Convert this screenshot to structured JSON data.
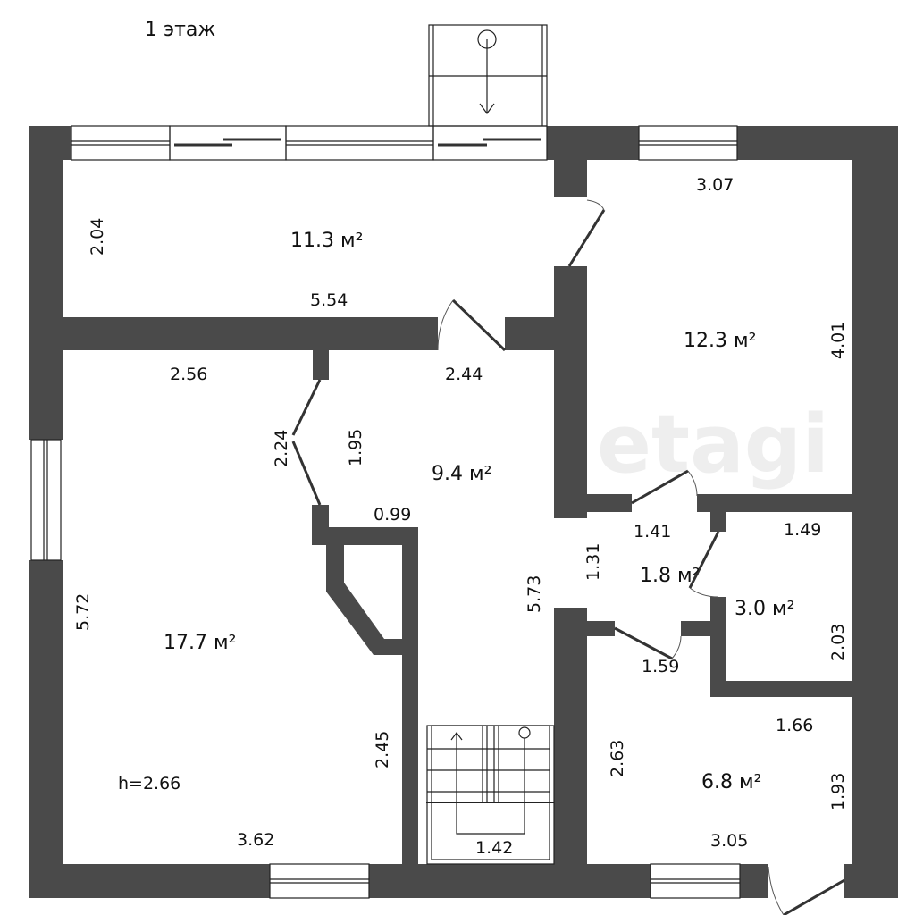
{
  "title": "1 этаж",
  "watermark": "etagi",
  "colors": {
    "wall": "#4a4a4a",
    "background": "#ffffff"
  },
  "rooms": [
    {
      "area": "11.3 м²",
      "dims": [
        "2.04",
        "5.54"
      ]
    },
    {
      "area": "12.3 м²",
      "dims": [
        "3.07",
        "4.01"
      ]
    },
    {
      "area": "9.4 м²",
      "dims": [
        "2.44",
        "1.95",
        "5.73"
      ]
    },
    {
      "area": "17.7 м²",
      "dims": [
        "2.56",
        "2.24",
        "5.72",
        "3.62",
        "0.99",
        "2.45"
      ]
    },
    {
      "area": "1.8 м²",
      "dims": [
        "1.41",
        "1.31"
      ]
    },
    {
      "area": "3.0 м²",
      "dims": [
        "1.49",
        "2.03"
      ]
    },
    {
      "area": "6.8 м²",
      "dims": [
        "1.59",
        "1.66",
        "2.63",
        "1.93",
        "3.05"
      ]
    }
  ],
  "stairs_dim": "1.42",
  "ceiling_height": "h=2.66"
}
